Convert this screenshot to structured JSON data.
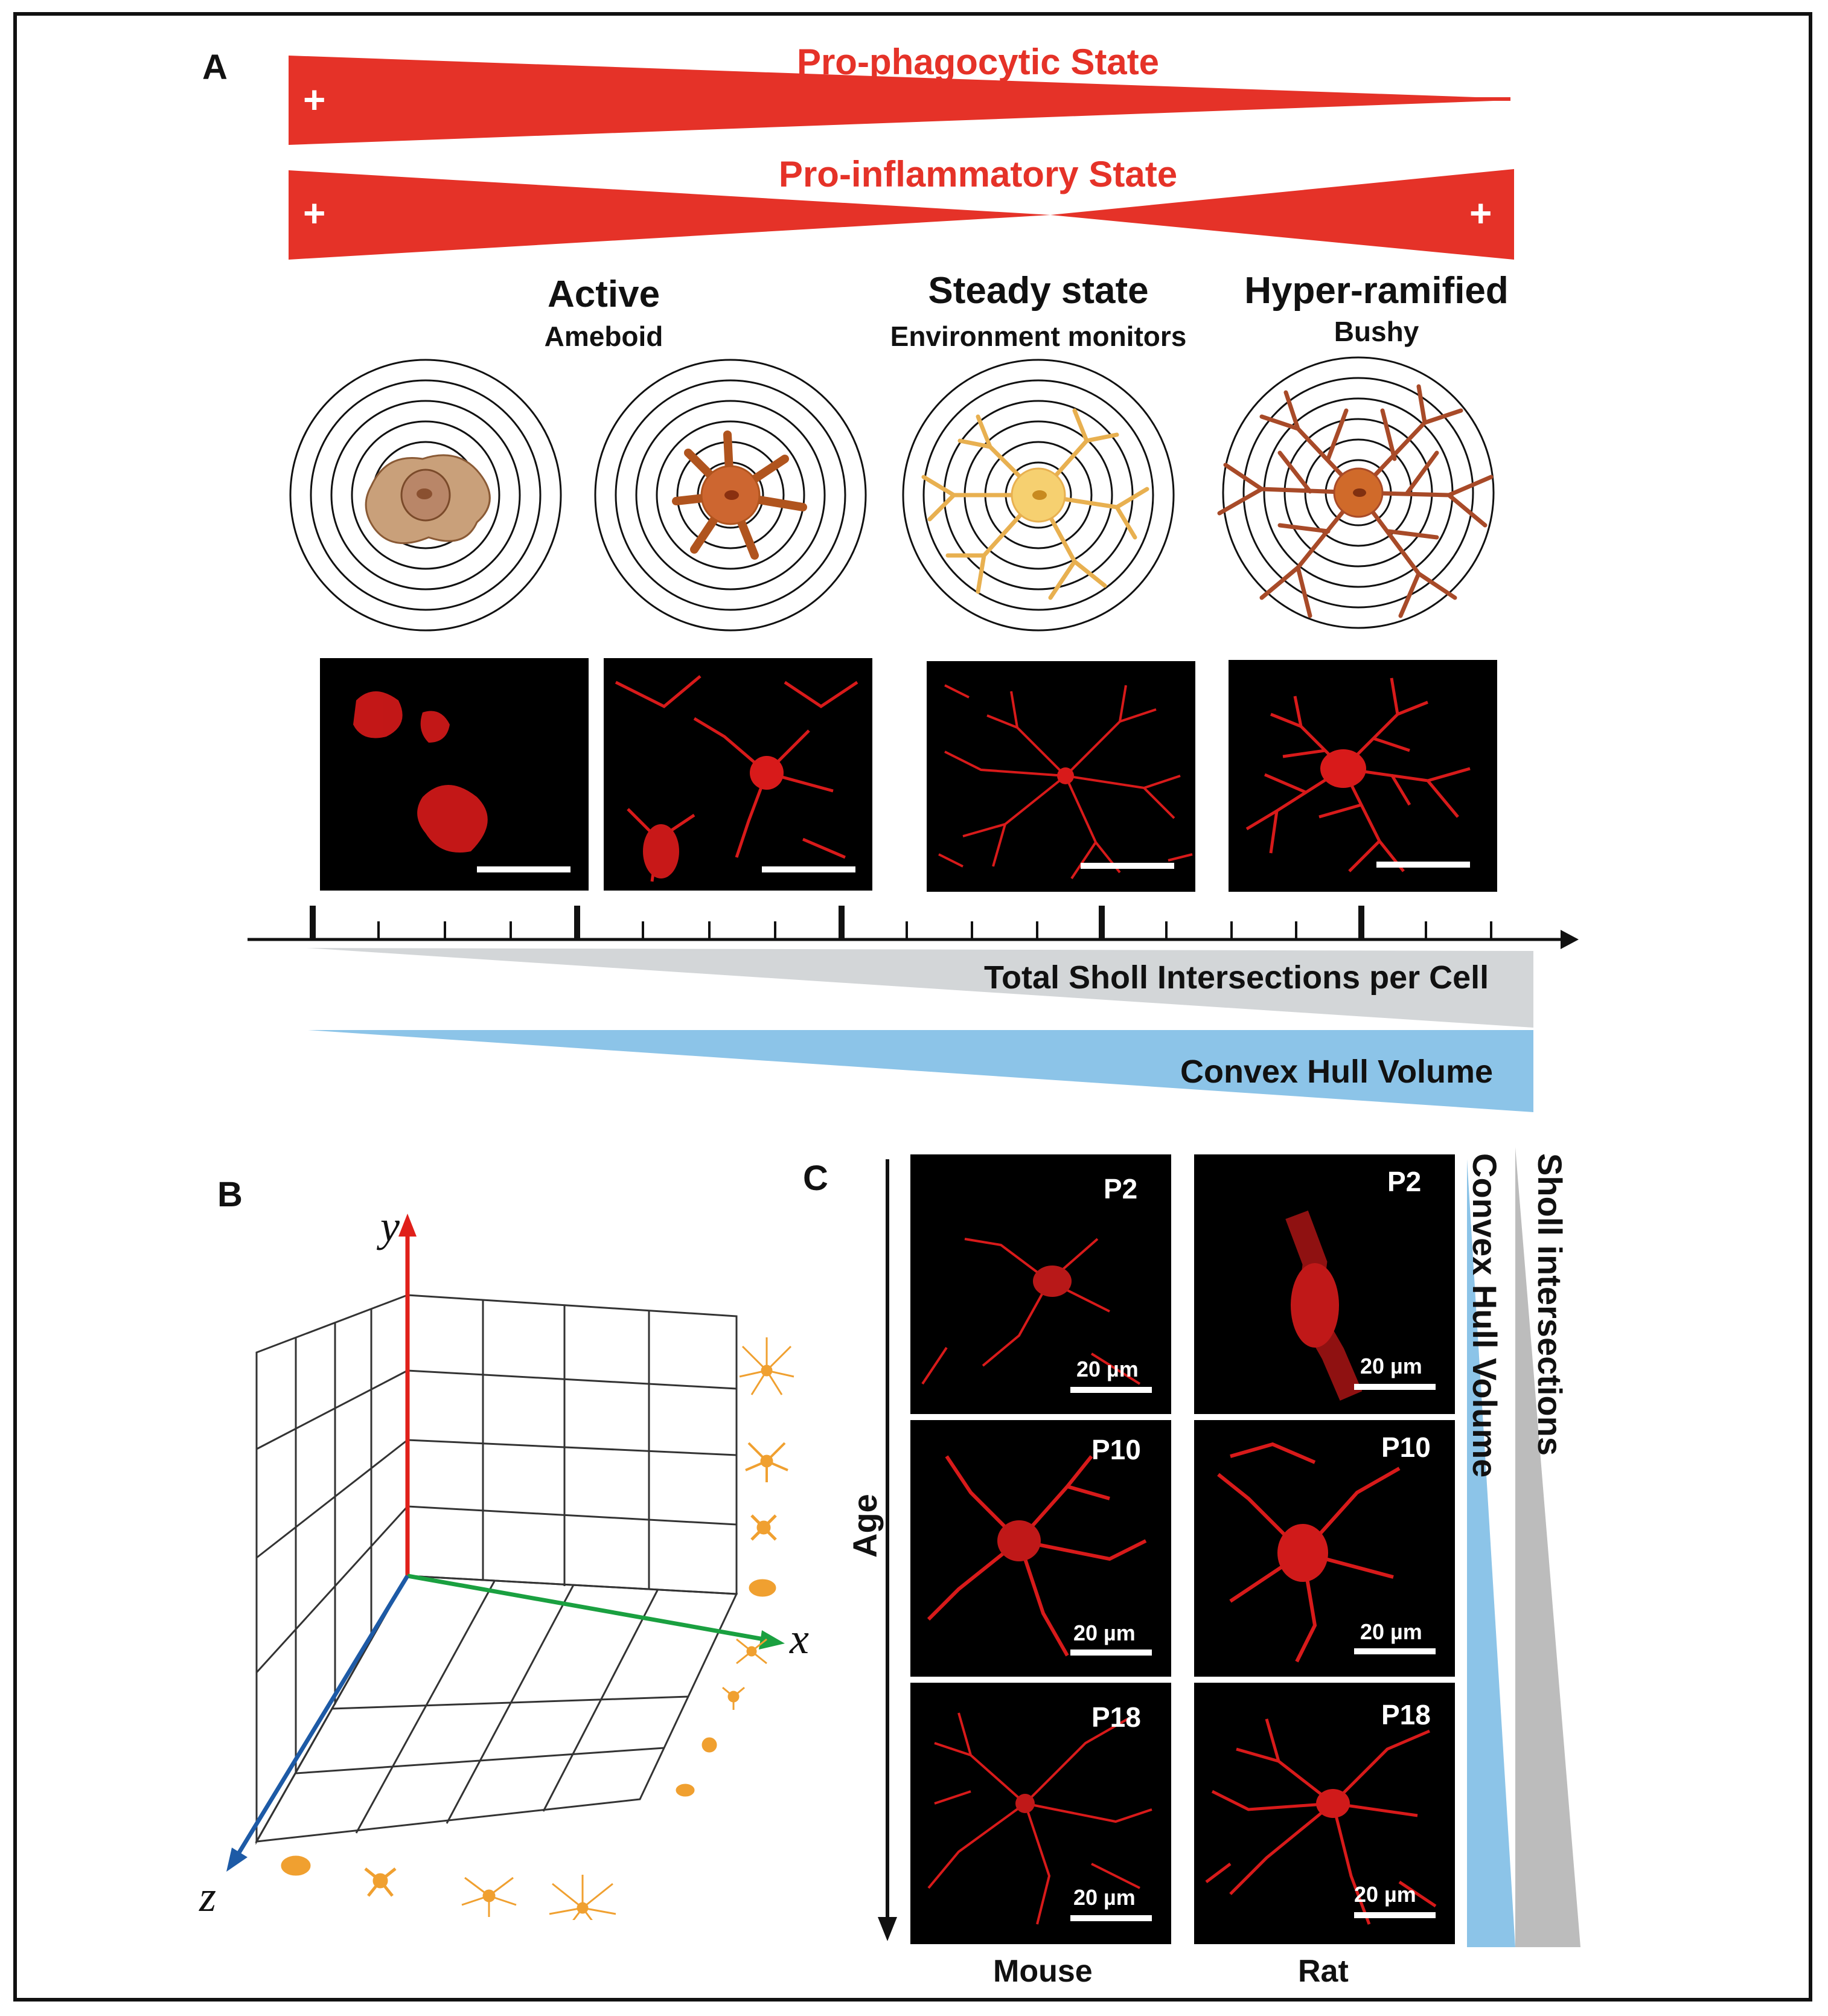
{
  "panels": {
    "a": "A",
    "b": "B",
    "c": "C"
  },
  "states": {
    "phagocytic": "Pro-phagocytic State",
    "inflammatory": "Pro-inflammatory State",
    "plus": "+"
  },
  "stages": [
    {
      "title": "Active",
      "subtitle": "Ameboid"
    },
    {
      "title": "Steady state",
      "subtitle": "Environment monitors"
    },
    {
      "title": "Hyper-ramified",
      "subtitle": "Bushy"
    }
  ],
  "wedges": {
    "sholl_total": "Total Sholl Intersections per Cell",
    "convex_hull": "Convex Hull Volume"
  },
  "axes3d": {
    "y": "y",
    "x": "x",
    "z": "z"
  },
  "panel_c": {
    "age_label": "Age",
    "columns": [
      "Mouse",
      "Rat"
    ],
    "ages": [
      "P2",
      "P10",
      "P18"
    ],
    "scale": "20 µm",
    "convex_label": "Convex Hull Volume",
    "sholl_label": "Sholl intersections"
  },
  "colors": {
    "state_red": "#e53228",
    "sholl_gray": "#d3d6d8",
    "convex_blue": "#8cc4e8",
    "axis_red": "#e0201a",
    "axis_green": "#1aa040",
    "axis_blue": "#1d5aa6",
    "cell_orange": "#f0a030"
  }
}
